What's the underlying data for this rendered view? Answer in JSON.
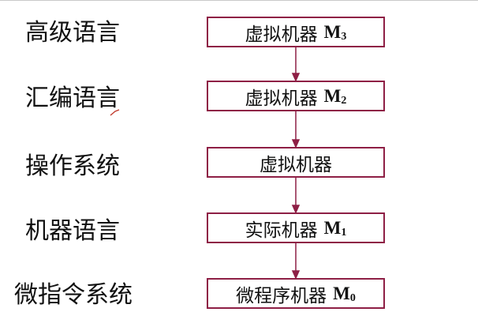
{
  "levels": [
    {
      "label": "高级语言",
      "machine": "虚拟机器",
      "symbol": "M",
      "sub": "3"
    },
    {
      "label": "汇编语言",
      "machine": "虚拟机器",
      "symbol": "M",
      "sub": "2"
    },
    {
      "label": "操作系统",
      "machine": "虚拟机器",
      "symbol": "",
      "sub": ""
    },
    {
      "label": "机器语言",
      "machine": "实际机器",
      "symbol": "M",
      "sub": "1"
    },
    {
      "label": "微指令系统",
      "machine": "微程序机器",
      "symbol": "M",
      "sub": "0"
    }
  ],
  "colors": {
    "box_border": "#8e1f45",
    "arrow": "#8e1f45",
    "text": "#111111",
    "pen_mark": "#c0392b"
  }
}
